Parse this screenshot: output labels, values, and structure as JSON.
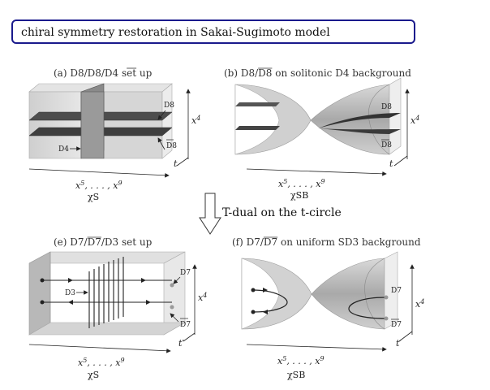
{
  "title": "chiral symmetry restoration in Sakai-Sugimoto model",
  "arrow_label": "T-dual on the t-circle",
  "panels": {
    "a": {
      "caption": "(a) D8/D8/D4 set up",
      "labels": {
        "d8": "D8",
        "d8bar": "D8",
        "d4": "D4"
      },
      "axes": {
        "vertical": "x4",
        "depth": "t",
        "horizontal": "x5,…,x9"
      },
      "subcaption": "χS"
    },
    "b": {
      "caption": "(b) D8/D8 on solitonic D4 background",
      "labels": {
        "d8": "D8",
        "d8bar": "D8"
      },
      "axes": {
        "vertical": "x4",
        "depth": "t",
        "horizontal": "x5,…,x9"
      },
      "subcaption": "χSB"
    },
    "e": {
      "caption": "(e) D7/D7/D3 set up",
      "labels": {
        "d7": "D7",
        "d7bar": "D7",
        "d3": "D3"
      },
      "axes": {
        "vertical": "x4",
        "depth": "t′",
        "horizontal": "x5,…,x9"
      },
      "subcaption": "χS"
    },
    "f": {
      "caption": "(f) D7/D7 on uniform SD3 background",
      "labels": {
        "d7": "D7",
        "d7bar": "D7"
      },
      "axes": {
        "vertical": "x4",
        "depth": "t′",
        "horizontal": "x5,…,x9"
      },
      "subcaption": "χSB"
    }
  }
}
